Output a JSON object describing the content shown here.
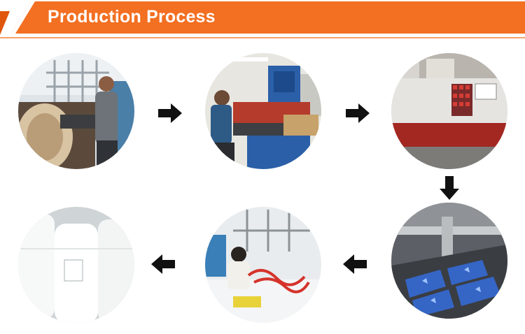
{
  "header": {
    "title": "Production Process",
    "accent_color": "#f36f21",
    "accent_dark": "#e0560c"
  },
  "steps": [
    {
      "name": "fabric-cutting-photo",
      "icon": "worker-at-roller-machine"
    },
    {
      "name": "molding-press-photo",
      "icon": "worker-at-press-machine"
    },
    {
      "name": "heat-press-photo",
      "icon": "heat-press-control-panel"
    },
    {
      "name": "laser-cutting-photo",
      "icon": "laser-cutter-bed"
    },
    {
      "name": "assembly-photo",
      "icon": "workers-at-assembly-table"
    },
    {
      "name": "finished-rolls-photo",
      "icon": "wrapped-product-rolls"
    }
  ],
  "flow": [
    "right",
    "right",
    "down",
    "left",
    "left"
  ]
}
